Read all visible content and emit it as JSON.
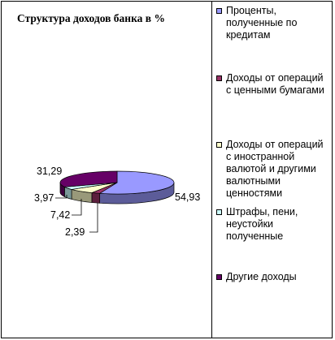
{
  "chart_data": {
    "type": "pie",
    "title": "Структура доходов банка в %",
    "categories": [
      "Проценты, полученные по кредитам",
      "Доходы от операций с ценными бумагами",
      "Доходы от операций с иностранной валютой и другими валютными ценностями",
      "Штрафы, пени, неустойки полученные",
      "Другие доходы"
    ],
    "values": [
      54.93,
      2.39,
      7.42,
      3.97,
      31.29
    ],
    "value_labels": [
      "54,93",
      "2,39",
      "7,42",
      "3,97",
      "31,29"
    ],
    "colors": [
      "#9999ff",
      "#993366",
      "#ffffcc",
      "#ccffff",
      "#660066"
    ],
    "legend_position": "right"
  },
  "legend": {
    "items": [
      {
        "label": "Проценты, полученные по кредитам",
        "color": "#9999ff"
      },
      {
        "label": "Доходы от операций с ценными бумагами",
        "color": "#993366"
      },
      {
        "label": "Доходы от операций с иностранной валютой и другими валютными ценностями",
        "color": "#ffffcc"
      },
      {
        "label": "Штрафы, пени, неустойки полученные",
        "color": "#ccffff"
      },
      {
        "label": "Другие доходы",
        "color": "#660066"
      }
    ]
  }
}
